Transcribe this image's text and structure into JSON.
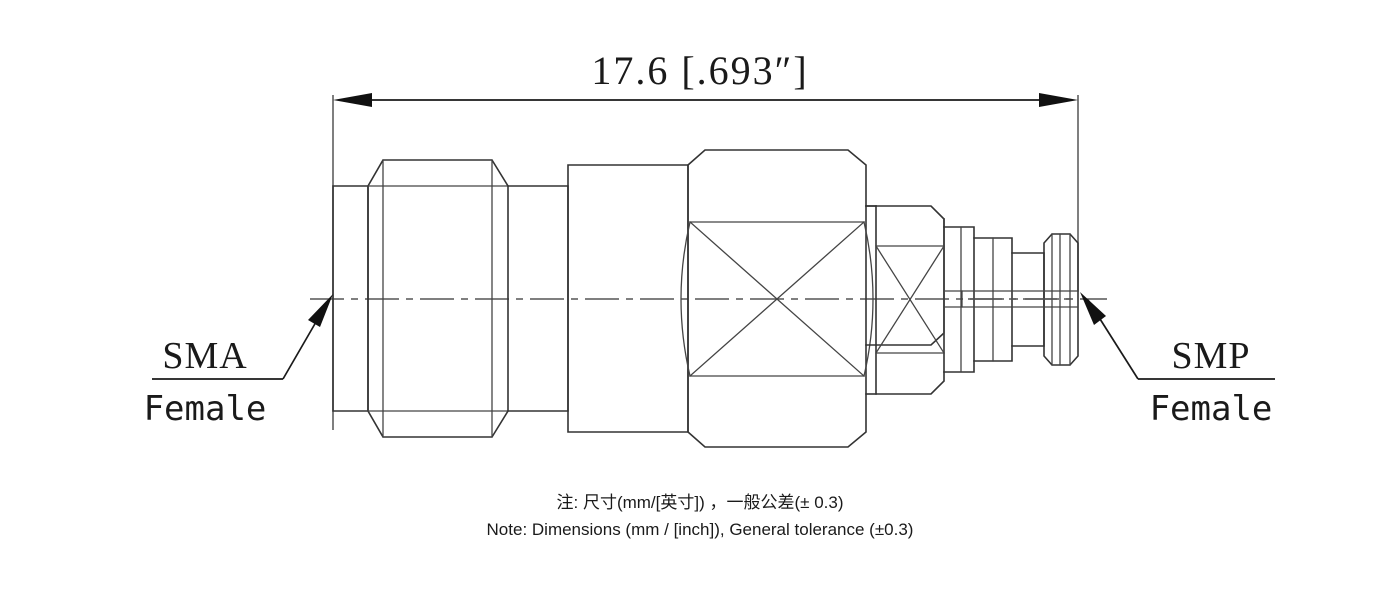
{
  "drawing": {
    "title_dimension": "17.6  [.693″]",
    "dimension_value_mm": "17.6",
    "dimension_value_inch": "[.693″]",
    "left_connector": {
      "type_label": "SMA",
      "gender_label": "Female"
    },
    "right_connector": {
      "type_label": "SMP",
      "gender_label": "Female"
    },
    "notes": {
      "line_cn": "注: 尺寸(mm/[英寸]) ，一般公差(± 0.3)",
      "line_en": "Note: Dimensions (mm / [inch]), General tolerance (±0.3)"
    },
    "colors": {
      "outline": "#333333",
      "dimension": "#1a1a1a",
      "centerline": "#555555",
      "background": "#ffffff"
    }
  }
}
